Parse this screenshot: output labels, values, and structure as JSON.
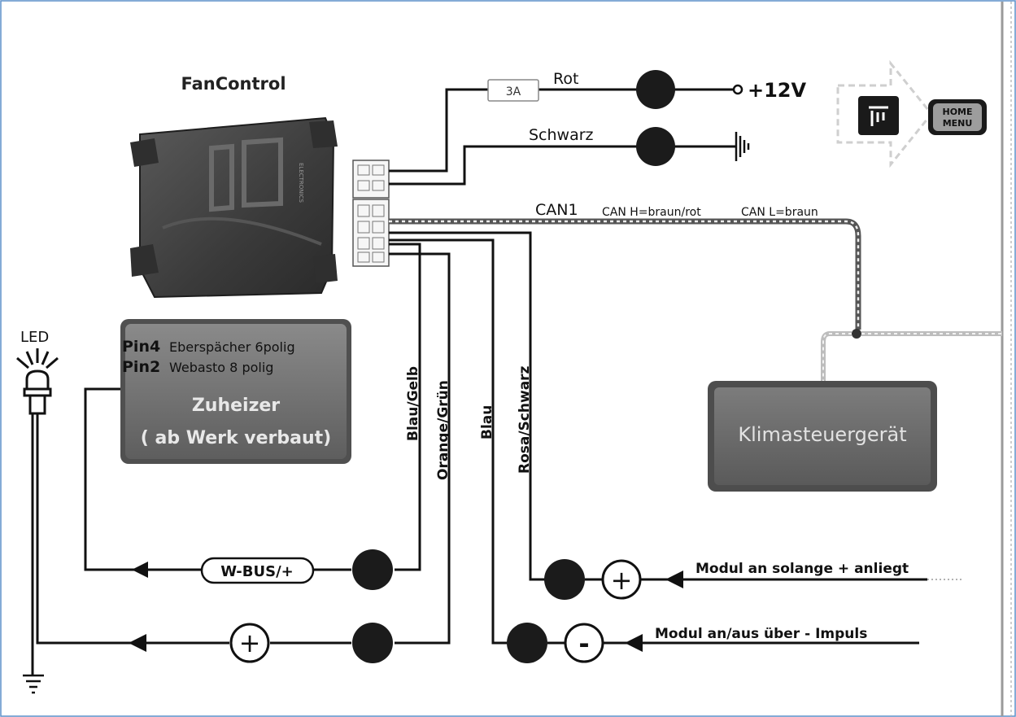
{
  "device": {
    "title": "FanControl",
    "brand": "ELECTRONICS"
  },
  "wires": {
    "fuse": "3A",
    "red": "Rot",
    "supply": "+12V",
    "black": "Schwarz",
    "can_bus": "CAN1",
    "can_high": "CAN H=braun/rot",
    "can_low": "CAN L=braun",
    "blue_yellow": "Blau/Gelb",
    "orange_green": "Orange/Grün",
    "blue": "Blau",
    "pink_black": "Rosa/Schwarz"
  },
  "led": {
    "label": "LED"
  },
  "heater": {
    "pin4_prefix": "Pin4",
    "pin4_text": "Eberspächer 6polig",
    "pin2_prefix": "Pin2",
    "pin2_text": "Webasto 8 polig",
    "title": "Zuheizer",
    "subtitle": "( ab Werk verbaut)"
  },
  "climate": {
    "label": "Klimasteuergerät"
  },
  "home_button": {
    "line1": "HOME",
    "line2": "MENU"
  },
  "signals": {
    "wbus": "W-BUS/+",
    "plus": "+",
    "minus": "-",
    "module_plus": "Modul an solange + anliegt",
    "module_pulse": "Modul an/aus über - Impuls"
  },
  "colors": {
    "frame": "#5b8fc9",
    "wire": "#111111",
    "box_gray": "#6f6f6f",
    "module_dark": "#3c3c3c"
  }
}
